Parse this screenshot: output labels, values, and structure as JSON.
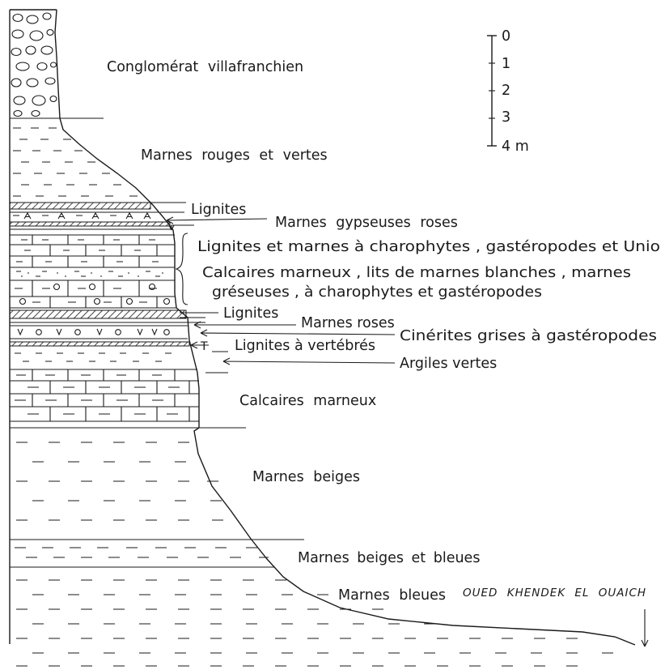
{
  "scale": {
    "ticks": [
      "0",
      "1",
      "2",
      "3",
      "4 m"
    ]
  },
  "labels": {
    "conglomerat": "Conglomérat villafranchien",
    "marnes_rouges": "Marnes rouges et vertes",
    "lignites_1": "Lignites",
    "marnes_gypseuses": "Marnes gypseuses roses",
    "lignites_charophytes": "Lignites et marnes à charophytes , gastéropodes et Unio",
    "calcaires_line1": "Calcaires marneux , lits de marnes blanches , marnes",
    "calcaires_line2": "gréseuses , à charophytes et gastéropodes",
    "lignites_2": "Lignites",
    "marnes_roses": "Marnes roses",
    "cinerites": "Cinérites grises à gastéropodes",
    "lignites_vertebres": "Lignites à vertébrés",
    "argiles": "Argiles vertes",
    "calcaires_marneux": "Calcaires marneux",
    "marnes_beiges": "Marnes beiges",
    "marnes_beiges_bleues": "Marnes beiges et bleues",
    "marnes_bleues": "Marnes bleues",
    "oued": "OUED KHENDEK EL OUAICH"
  },
  "symbols": {
    "vertebrate_mark": "T"
  }
}
